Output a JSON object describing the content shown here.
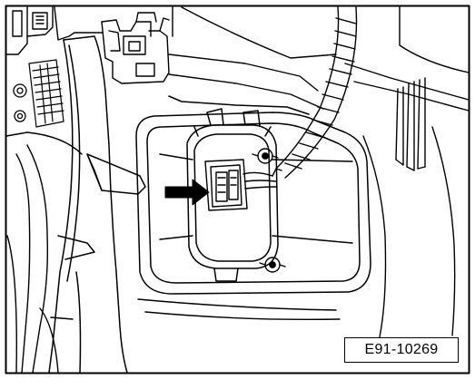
{
  "figure": {
    "reference_number": "E91-10269",
    "arrow_target": "connector",
    "style": "black line drawing on white"
  }
}
